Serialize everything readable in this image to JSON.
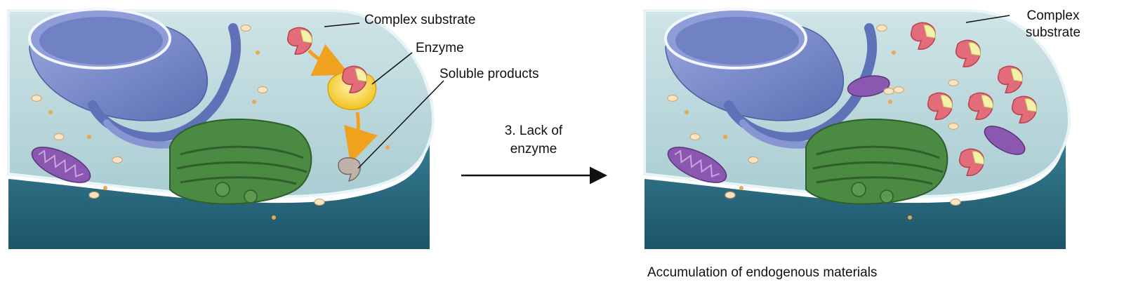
{
  "left_panel": {
    "labels": {
      "complex_substrate": "Complex substrate",
      "enzyme": "Enzyme",
      "soluble_products": "Soluble products"
    }
  },
  "transition": {
    "line1": "3. Lack of",
    "line2": "enzyme"
  },
  "right_panel": {
    "labels": {
      "complex_line1": "Complex",
      "complex_line2": "substrate"
    },
    "caption": "Accumulation of endogenous materials"
  },
  "colors": {
    "cytoplasm": "#b9d7dc",
    "membrane_outer": "#1f5f75",
    "nucleus": "#7c8fcf",
    "golgi_green": "#3f7a3a",
    "mitochondria": "#7d4fa3",
    "substrate_red": "#e06a78",
    "enzyme_yellow": "#f4d23a",
    "arrow_orange": "#f0a21e"
  }
}
